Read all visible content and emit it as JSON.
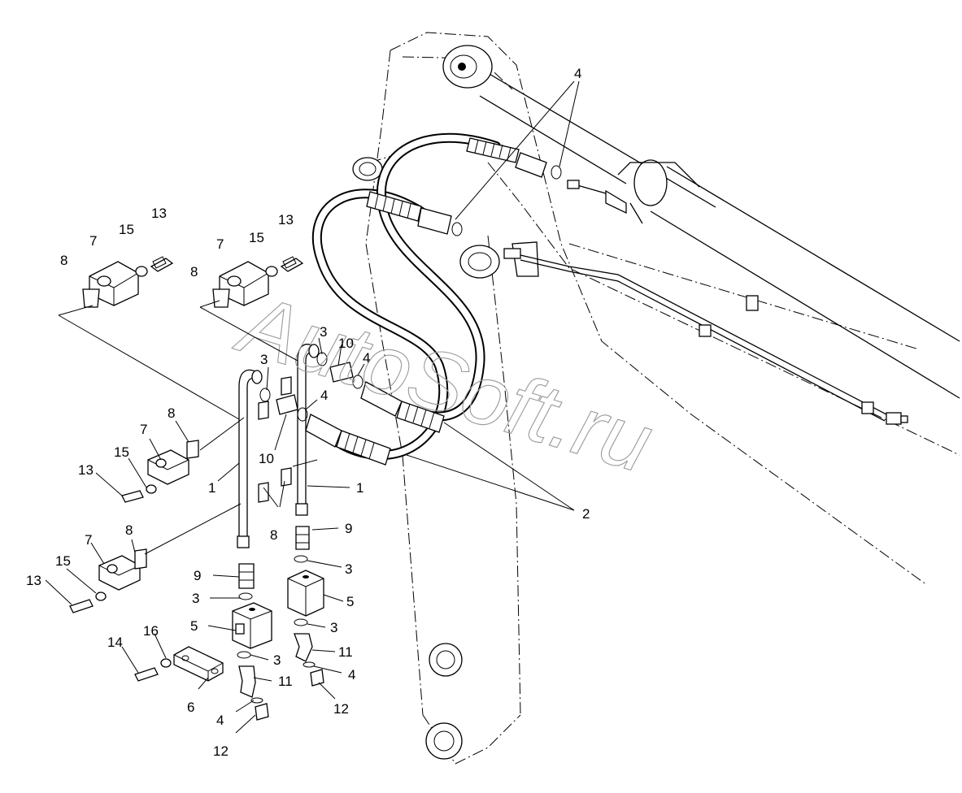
{
  "watermark": "AutoSoft.ru",
  "callouts": [
    {
      "id": "c-13a",
      "text": "13"
    },
    {
      "id": "c-15a",
      "text": "15"
    },
    {
      "id": "c-7a",
      "text": "7"
    },
    {
      "id": "c-8a",
      "text": "8"
    },
    {
      "id": "c-13b",
      "text": "13"
    },
    {
      "id": "c-15b",
      "text": "15"
    },
    {
      "id": "c-7b",
      "text": "7"
    },
    {
      "id": "c-8b",
      "text": "8"
    },
    {
      "id": "c-4top",
      "text": "4"
    },
    {
      "id": "c-3a",
      "text": "3"
    },
    {
      "id": "c-10a",
      "text": "10"
    },
    {
      "id": "c-3b",
      "text": "3"
    },
    {
      "id": "c-4a",
      "text": "4"
    },
    {
      "id": "c-4b",
      "text": "4"
    },
    {
      "id": "c-8c",
      "text": "8"
    },
    {
      "id": "c-7c",
      "text": "7"
    },
    {
      "id": "c-15c",
      "text": "15"
    },
    {
      "id": "c-13c",
      "text": "13"
    },
    {
      "id": "c-10b",
      "text": "10"
    },
    {
      "id": "c-1a",
      "text": "1"
    },
    {
      "id": "c-1b",
      "text": "1"
    },
    {
      "id": "c-2",
      "text": "2"
    },
    {
      "id": "c-8d",
      "text": "8"
    },
    {
      "id": "c-8e",
      "text": "8"
    },
    {
      "id": "c-9a",
      "text": "9"
    },
    {
      "id": "c-3c",
      "text": "3"
    },
    {
      "id": "c-7d",
      "text": "7"
    },
    {
      "id": "c-15d",
      "text": "15"
    },
    {
      "id": "c-13d",
      "text": "13"
    },
    {
      "id": "c-9b",
      "text": "9"
    },
    {
      "id": "c-3d",
      "text": "3"
    },
    {
      "id": "c-5a",
      "text": "5"
    },
    {
      "id": "c-5b",
      "text": "5"
    },
    {
      "id": "c-3e",
      "text": "3"
    },
    {
      "id": "c-3f",
      "text": "3"
    },
    {
      "id": "c-11a",
      "text": "11"
    },
    {
      "id": "c-4c",
      "text": "4"
    },
    {
      "id": "c-14",
      "text": "14"
    },
    {
      "id": "c-16",
      "text": "16"
    },
    {
      "id": "c-11b",
      "text": "11"
    },
    {
      "id": "c-12a",
      "text": "12"
    },
    {
      "id": "c-6",
      "text": "6"
    },
    {
      "id": "c-4d",
      "text": "4"
    },
    {
      "id": "c-12b",
      "text": "12"
    }
  ]
}
